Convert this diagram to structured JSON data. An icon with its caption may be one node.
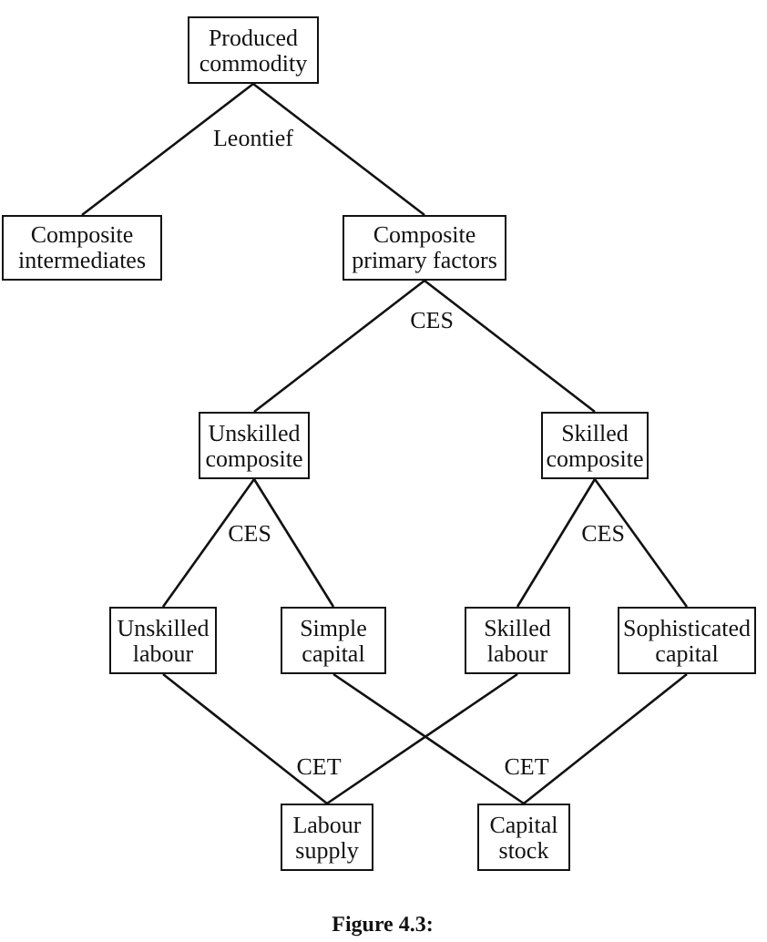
{
  "diagram": {
    "caption": "Figure 4.3:",
    "nodes": [
      {
        "text": [
          "Produced commodity"
        ]
      },
      {
        "text": [
          "Composite intermediates"
        ]
      },
      {
        "text": [
          "Composite primary factors"
        ]
      },
      {
        "text": [
          "Unskilled composite"
        ]
      },
      {
        "text": [
          "Skilled composite"
        ]
      },
      {
        "text": [
          "Unskilled labour"
        ]
      },
      {
        "text": [
          "Simple capital"
        ]
      },
      {
        "text": [
          "Skilled labour"
        ]
      },
      {
        "text": [
          "Sophisticated capital"
        ]
      },
      {
        "text": [
          "Labour supply"
        ]
      },
      {
        "text": [
          "Capital stock"
        ]
      }
    ],
    "edges": [
      {
        "from": 0,
        "to": 1,
        "arrow": "none"
      },
      {
        "from": 0,
        "to": 2,
        "arrow": "none"
      },
      {
        "from": 2,
        "to": 3,
        "arrow": "none"
      },
      {
        "from": 2,
        "to": 4,
        "arrow": "none"
      },
      {
        "from": 3,
        "to": 5,
        "arrow": "none"
      },
      {
        "from": 3,
        "to": 6,
        "arrow": "none"
      },
      {
        "from": 4,
        "to": 7,
        "arrow": "none"
      },
      {
        "from": 4,
        "to": 8,
        "arrow": "none"
      },
      {
        "from": 5,
        "to": 9,
        "arrow": "none"
      },
      {
        "from": 7,
        "to": 9,
        "arrow": "none"
      },
      {
        "from": 6,
        "to": 10,
        "arrow": "none"
      },
      {
        "from": 8,
        "to": 10,
        "arrow": "none"
      }
    ],
    "labels": [
      "Leontief",
      "CES",
      "CES",
      "CES",
      "CET",
      "CET"
    ]
  }
}
